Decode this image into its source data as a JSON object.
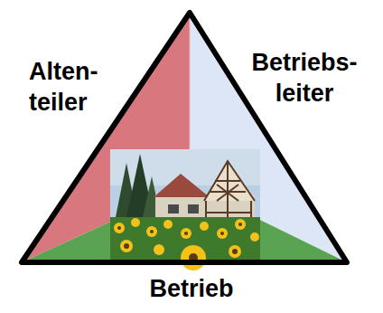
{
  "diagram": {
    "labels": [
      "Alten- teiler",
      "Betriebs- leiter",
      "Betrieb"
    ]
  }
}
